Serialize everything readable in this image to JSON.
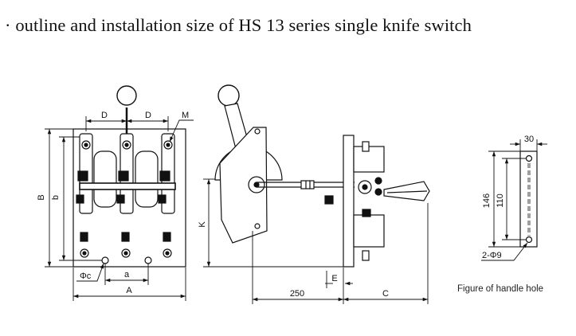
{
  "title": "· outline and installation size of HS 13 series single knife switch",
  "front_view": {
    "label_D_left": "D",
    "label_D_right": "D",
    "label_M": "M",
    "label_B": "B",
    "label_b": "b",
    "label_phi_c": "Φc",
    "label_a": "a",
    "label_A": "A"
  },
  "side_view": {
    "label_K": "K",
    "label_250": "250",
    "label_E": "E",
    "label_C": "C"
  },
  "handle_hole": {
    "label_30": "30",
    "label_146": "146",
    "label_110": "110",
    "label_holes": "2-Φ9",
    "caption": "Figure of handle hole"
  }
}
